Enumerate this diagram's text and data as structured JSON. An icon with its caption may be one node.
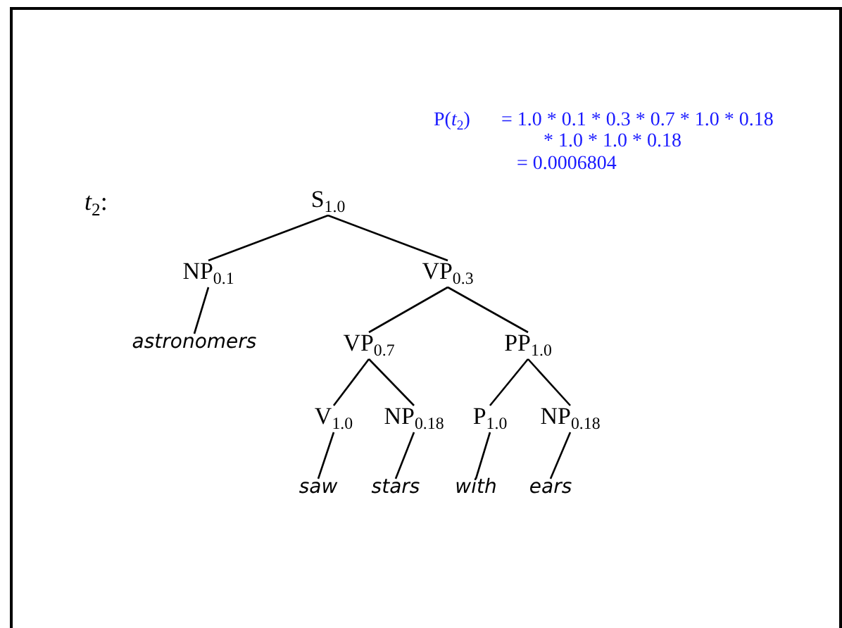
{
  "diagram": {
    "nodes": [
      {
        "text": [
          "S$_{1.0}$"
        ]
      },
      {
        "text": [
          "NP$_{0.1}$"
        ]
      },
      {
        "text": [
          "VP$_{0.3}$"
        ]
      },
      {
        "text": [
          "astronomers"
        ]
      },
      {
        "text": [
          "VP$_{0.7}$"
        ]
      },
      {
        "text": [
          "PP$_{1.0}$"
        ]
      },
      {
        "text": [
          "V$_{1.0}$"
        ]
      },
      {
        "text": [
          "NP$_{0.18}$"
        ]
      },
      {
        "text": [
          "P$_{1.0}$"
        ]
      },
      {
        "text": [
          "NP$_{0.18}$"
        ]
      },
      {
        "text": [
          "saw"
        ]
      },
      {
        "text": [
          "stars"
        ]
      },
      {
        "text": [
          "with"
        ]
      },
      {
        "text": [
          "ears"
        ]
      }
    ],
    "edges": [
      {
        "from": 0,
        "to": 1,
        "arrow": "none"
      },
      {
        "from": 0,
        "to": 2,
        "arrow": "none"
      },
      {
        "from": 1,
        "to": 3,
        "arrow": "none"
      },
      {
        "from": 2,
        "to": 4,
        "arrow": "none"
      },
      {
        "from": 2,
        "to": 5,
        "arrow": "none"
      },
      {
        "from": 4,
        "to": 6,
        "arrow": "none"
      },
      {
        "from": 4,
        "to": 7,
        "arrow": "none"
      },
      {
        "from": 5,
        "to": 8,
        "arrow": "none"
      },
      {
        "from": 5,
        "to": 9,
        "arrow": "none"
      },
      {
        "from": 6,
        "to": 10,
        "arrow": "none"
      },
      {
        "from": 7,
        "to": 11,
        "arrow": "none"
      },
      {
        "from": 8,
        "to": 12,
        "arrow": "none"
      },
      {
        "from": 9,
        "to": 13,
        "arrow": "none"
      }
    ],
    "labels": [
      "P(*t*$_{2}$)",
      "= 1.0 * 0.1 * 0.3 * 0.7 * 1.0 * 0.18",
      "* 1.0 * 1.0 * 0.18",
      "= 0.0006804",
      "*t*$_{2}$:"
    ]
  }
}
